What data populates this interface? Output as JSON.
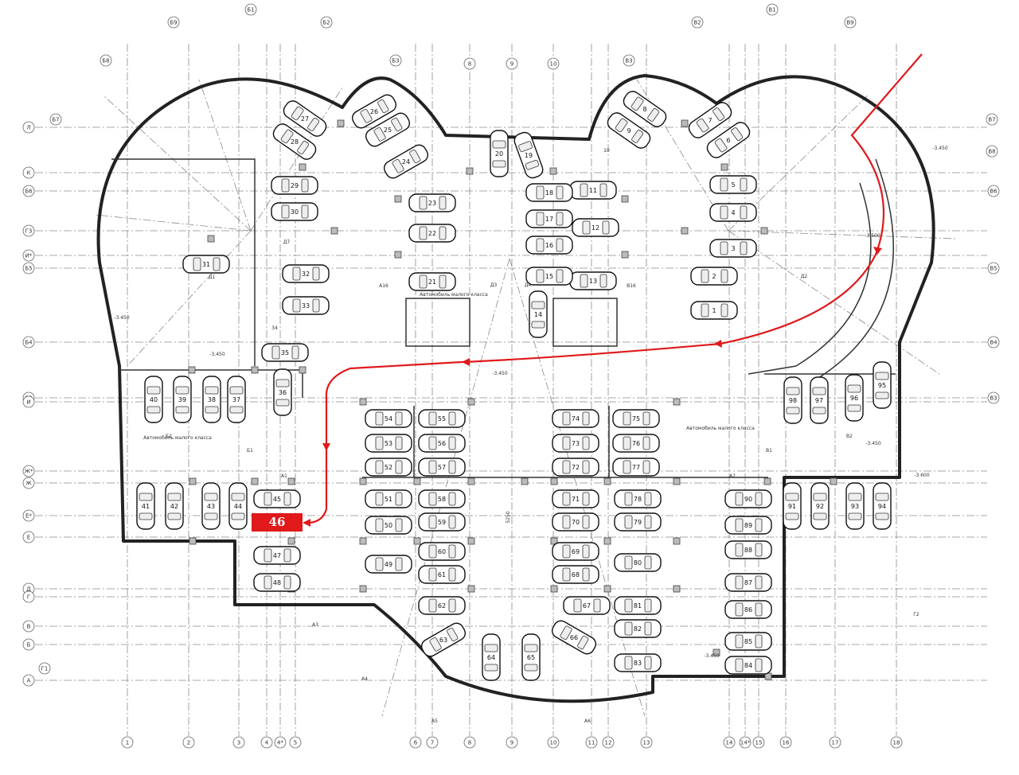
{
  "plan": {
    "top_axes": [
      "Б1",
      "Б2",
      "Б3",
      "Б8",
      "Б9",
      "8",
      "9",
      "10",
      "В3",
      "В2",
      "В1",
      "В9"
    ],
    "left_axes": [
      "Л",
      "К",
      "Б6",
      "Г3",
      "И*",
      "Б5",
      "Б4",
      "Б3",
      "И",
      "Ж*",
      "Ж",
      "Е*",
      "Е",
      "Д",
      "Г",
      "В",
      "Б",
      "А",
      "Б7",
      "Г1"
    ],
    "right_axes": [
      "В6",
      "В5",
      "В4",
      "В3",
      "В7",
      "В8"
    ],
    "bottom_axes": [
      "1",
      "2",
      "3",
      "4",
      "4*",
      "5",
      "6",
      "7",
      "8",
      "9",
      "10",
      "11",
      "12",
      "13",
      "14",
      "14*",
      "15",
      "16",
      "17",
      "18"
    ],
    "spots": [
      "1",
      "2",
      "3",
      "4",
      "5",
      "6",
      "7",
      "8",
      "9",
      "10",
      "11",
      "12",
      "13",
      "14",
      "15",
      "16",
      "17",
      "18",
      "19",
      "20",
      "21",
      "22",
      "23",
      "24",
      "25",
      "26",
      "27",
      "28",
      "29",
      "30",
      "31",
      "32",
      "33",
      "35",
      "36",
      "37",
      "38",
      "39",
      "40",
      "41",
      "42",
      "43",
      "44",
      "45",
      "47",
      "48",
      "49",
      "50",
      "51",
      "52",
      "53",
      "54",
      "55",
      "56",
      "57",
      "58",
      "59",
      "60",
      "61",
      "62",
      "63",
      "64",
      "65",
      "66",
      "67",
      "68",
      "69",
      "70",
      "71",
      "72",
      "73",
      "74",
      "75",
      "76",
      "77",
      "78",
      "79",
      "80",
      "81",
      "82",
      "83",
      "84",
      "85",
      "86",
      "87",
      "88",
      "89",
      "90",
      "91",
      "92",
      "93",
      "94",
      "95",
      "96",
      "97",
      "98"
    ],
    "highlight_spot": "46",
    "labels": {
      "small_car_1": "Автомобиль малого класса",
      "small_car_2": "Автомобиль малого класса",
      "small_car_3": "Автомобиль малого класса",
      "room_34": "34",
      "room_10": "10",
      "d1": "Д1",
      "d2": "Д2",
      "d3": "Д3",
      "d4": "Д4",
      "d7": "Д7",
      "a1": "А1",
      "a2": "А2",
      "a3": "А3",
      "a4": "А4",
      "a5": "А5",
      "a6": "А6",
      "a16": "А16",
      "v16": "В16",
      "b1": "Б1",
      "b2": "Б2",
      "v1": "В1",
      "v2": "В2",
      "g2": "Г2",
      "level_1": "-3.450",
      "level_2": "-3.450",
      "level_3": "-3.450",
      "level_4": "-3.450",
      "level_5": "-3.450",
      "level_6": "-3.500",
      "level_7": "-3.600",
      "level_8": "-3.450",
      "dim_5250": "5250"
    },
    "colors": {
      "accent": "#e0191b",
      "line": "#222222"
    }
  }
}
